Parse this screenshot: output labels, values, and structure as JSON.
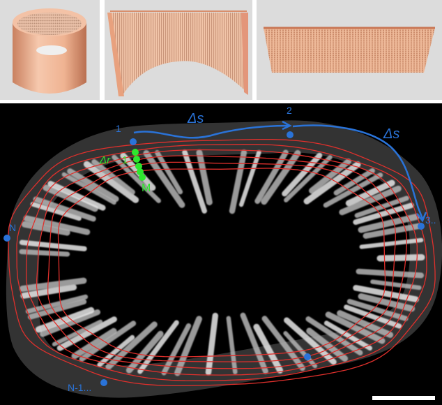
{
  "panels": {
    "cylinder_full": {
      "fill": "#f1b999",
      "edge": "#d98f6c"
    },
    "cylinder_half": {
      "fill": "#f0b697"
    },
    "flat_sheet": {
      "fill": "#e8a47f"
    }
  },
  "cross_section": {
    "background": "#000000",
    "contour_color": "#e0302c",
    "marker_color": "#2a73d8",
    "depth_marker_color": "#2ee62e",
    "contour_count": 6
  },
  "labels": {
    "point_1": "1",
    "point_2": "2",
    "point_3": "3..",
    "point_n": "N",
    "point_n_minus_1": "N-1...",
    "arc_step_1": "Δs",
    "arc_step_2": "Δs",
    "radial_step": "Δr",
    "depth_start": "1",
    "depth_end": "M"
  },
  "scale_bar": {
    "color": "#ffffff"
  }
}
